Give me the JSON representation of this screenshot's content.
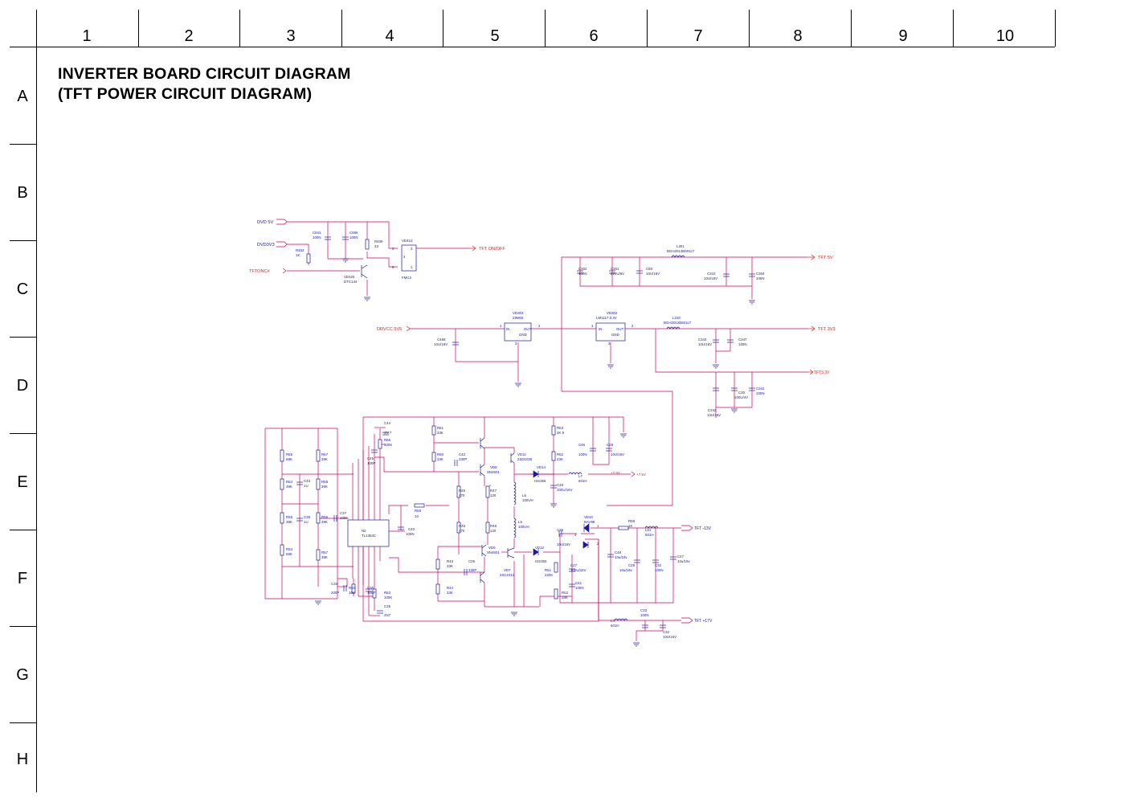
{
  "title": {
    "line1": "INVERTER BOARD CIRCUIT DIAGRAM",
    "line2": "(TFT POWER CIRCUIT DIAGRAM)"
  },
  "grid": {
    "columns": [
      "1",
      "2",
      "3",
      "4",
      "5",
      "6",
      "7",
      "8",
      "9",
      "10"
    ],
    "rows": [
      "A",
      "B",
      "C",
      "D",
      "E",
      "F",
      "G",
      "H"
    ]
  },
  "colors": {
    "wire": "#cc0066",
    "component": "#1a1a9a",
    "net_label": "#e02020",
    "frame": "#000000"
  },
  "nets": {
    "dvd5v": "DVD 5V",
    "dvd3v3": "DVD3V3",
    "tftonc": "TFTONC#",
    "tft_onoff": "TFT ON/OFF",
    "drvcc5v5": "DRVCC 5V5",
    "tft5v": "TFT 5V",
    "tft3v3": "TFT 3V3",
    "tft3v3b": "TFT3.3V",
    "plus75": "+7.5V",
    "plus75b": "+7.5V",
    "tftm13": "TFT -13V",
    "tftp17": "TFT +17V"
  },
  "labels": [
    [
      "C841",
      "389",
      "291"
    ],
    [
      "100N",
      "389",
      "297"
    ],
    [
      "C556",
      "435",
      "291"
    ],
    [
      "100N",
      "435",
      "297"
    ],
    [
      "R409",
      "466",
      "302"
    ],
    [
      "33",
      "466",
      "308"
    ],
    [
      "VD410",
      "500",
      "301"
    ],
    [
      "2",
      "488",
      "311"
    ],
    [
      "3",
      "511",
      "311"
    ],
    [
      "4",
      "502",
      "321"
    ],
    [
      "6",
      "488",
      "334"
    ],
    [
      "1",
      "511",
      "334"
    ],
    [
      "FMC3",
      "500",
      "347"
    ],
    [
      "R453",
      "368",
      "313"
    ],
    [
      "1K",
      "368",
      "319"
    ],
    [
      "VD425",
      "428",
      "346"
    ],
    [
      "DTC144",
      "428",
      "352"
    ],
    [
      "L301",
      "842",
      "308"
    ],
    [
      "BGH2012B601LT",
      "830",
      "314"
    ],
    [
      "C302",
      "720",
      "336"
    ],
    [
      "100N",
      "720",
      "342"
    ],
    [
      "C301",
      "760",
      "336"
    ],
    [
      "220U/6V",
      "760",
      "342"
    ],
    [
      "C50",
      "804",
      "336"
    ],
    [
      "10U/16V",
      "804",
      "342"
    ],
    [
      "C310",
      "880",
      "342"
    ],
    [
      "10U/16V",
      "876",
      "348"
    ],
    [
      "C304",
      "941",
      "342"
    ],
    [
      "100N",
      "941",
      "348"
    ],
    [
      "VD303",
      "638",
      "391"
    ],
    [
      "29M05",
      "638",
      "397"
    ],
    [
      "1",
      "622",
      "407"
    ],
    [
      "2",
      "670",
      "407"
    ],
    [
      "IN",
      "630",
      "411"
    ],
    [
      "OUT",
      "652",
      "411"
    ],
    [
      "GND",
      "646",
      "418"
    ],
    [
      "3",
      "641",
      "429"
    ],
    [
      "C469",
      "544",
      "424"
    ],
    [
      "10U/16V",
      "540",
      "430"
    ],
    [
      "VD302",
      "755",
      "391"
    ],
    [
      "LM1117-3.3V",
      "742",
      "397"
    ],
    [
      "1",
      "736",
      "407"
    ],
    [
      "2",
      "786",
      "407"
    ],
    [
      "IN",
      "745",
      "411"
    ],
    [
      "OUT",
      "767",
      "411"
    ],
    [
      "GND",
      "761",
      "418"
    ],
    [
      "3",
      "757",
      "429"
    ],
    [
      "L310",
      "837",
      "397"
    ],
    [
      "BGH2012B601LT",
      "826",
      "403"
    ],
    [
      "C343",
      "869",
      "424"
    ],
    [
      "10U/16V",
      "869",
      "430"
    ],
    [
      "C347",
      "919",
      "424"
    ],
    [
      "100N",
      "919",
      "430"
    ],
    [
      "C30",
      "919",
      "490"
    ],
    [
      "100U/4V",
      "914",
      "496"
    ],
    [
      "C341",
      "941",
      "485"
    ],
    [
      "100N",
      "941",
      "491"
    ],
    [
      "C342",
      "881",
      "512"
    ],
    [
      "10U/16V",
      "880",
      "518"
    ],
    [
      "C44",
      "478",
      "528"
    ],
    [
      "4N 7",
      "478",
      "540"
    ],
    [
      "R66",
      "478",
      "549"
    ],
    [
      "100K",
      "478",
      "555"
    ],
    [
      "C45",
      "457",
      "572"
    ],
    [
      "100P",
      "457",
      "578"
    ],
    [
      "R61",
      "544",
      "534"
    ],
    [
      "33K",
      "544",
      "540"
    ],
    [
      "R60",
      "544",
      "567"
    ],
    [
      "33K",
      "544",
      "573"
    ],
    [
      "C42",
      "571",
      "567"
    ],
    [
      "330P",
      "571",
      "573"
    ],
    [
      "R63",
      "693",
      "534"
    ],
    [
      "3K 9",
      "693",
      "540"
    ],
    [
      "VD11",
      "644",
      "567"
    ],
    [
      "2SD1035",
      "644",
      "573"
    ],
    [
      "VD8",
      "610",
      "583"
    ],
    [
      "XN4601",
      "606",
      "589"
    ],
    [
      "VD14",
      "668",
      "583"
    ],
    [
      "ISS355",
      "665",
      "600"
    ],
    [
      "C46",
      "720",
      "555"
    ],
    [
      "100N",
      "720",
      "567"
    ],
    [
      "C28",
      "755",
      "555"
    ],
    [
      "10U/16V",
      "760",
      "567"
    ],
    [
      "R62",
      "693",
      "567"
    ],
    [
      "23K",
      "693",
      "573"
    ],
    [
      "L7",
      "720",
      "594"
    ],
    [
      "601H",
      "720",
      "600"
    ],
    [
      "C49",
      "693",
      "605"
    ],
    [
      "100U/16V",
      "693",
      "611"
    ],
    [
      "R65",
      "356",
      "567"
    ],
    [
      "68K",
      "356",
      "573"
    ],
    [
      "R67",
      "400",
      "567"
    ],
    [
      "39K",
      "400",
      "573"
    ],
    [
      "R64",
      "356",
      "601"
    ],
    [
      "39K",
      "356",
      "607"
    ],
    [
      "C43",
      "378",
      "600"
    ],
    [
      "1U",
      "378",
      "606"
    ],
    [
      "R68",
      "400",
      "601"
    ],
    [
      "39K",
      "400",
      "607"
    ],
    [
      "R46",
      "571",
      "612"
    ],
    [
      "470",
      "571",
      "618"
    ],
    [
      "R47",
      "610",
      "612"
    ],
    [
      "120",
      "610",
      "618"
    ],
    [
      "L6",
      "650",
      "618"
    ],
    [
      "100UH",
      "650",
      "624"
    ],
    [
      "R59",
      "516",
      "637"
    ],
    [
      "10",
      "516",
      "644"
    ],
    [
      "R55",
      "356",
      "645"
    ],
    [
      "39K",
      "356",
      "651"
    ],
    [
      "C39",
      "378",
      "645"
    ],
    [
      "1U",
      "378",
      "651"
    ],
    [
      "R56",
      "400",
      "645"
    ],
    [
      "39K",
      "400",
      "651"
    ],
    [
      "C37",
      "423",
      "640"
    ],
    [
      "100N",
      "423",
      "646"
    ],
    [
      "N2",
      "450",
      "662"
    ],
    [
      "TL1453C",
      "450",
      "668"
    ],
    [
      "C40",
      "508",
      "660"
    ],
    [
      "100N",
      "505",
      "666"
    ],
    [
      "R45",
      "571",
      "656"
    ],
    [
      "470",
      "571",
      "662"
    ],
    [
      "R46",
      "610",
      "656"
    ],
    [
      "120",
      "610",
      "662"
    ],
    [
      "L5",
      "645",
      "651"
    ],
    [
      "100UH",
      "645",
      "657"
    ],
    [
      "C36",
      "693",
      "661"
    ],
    [
      "10U/16V",
      "693",
      "679"
    ],
    [
      "VD10",
      "727",
      "645"
    ],
    [
      "BAV99",
      "727",
      "651"
    ],
    [
      "R58",
      "782",
      "650"
    ],
    [
      "1K",
      "782",
      "656"
    ],
    [
      "L01",
      "803",
      "661"
    ],
    [
      "601H",
      "803",
      "667"
    ],
    [
      "1",
      "743",
      "656"
    ],
    [
      "3",
      "715",
      "667"
    ],
    [
      "2",
      "743",
      "678"
    ],
    [
      "R54",
      "356",
      "685"
    ],
    [
      "68K",
      "356",
      "691"
    ],
    [
      "R57",
      "400",
      "689"
    ],
    [
      "39K",
      "400",
      "695"
    ],
    [
      "VD9",
      "608",
      "683"
    ],
    [
      "XN4601",
      "606",
      "689"
    ],
    [
      "VD12",
      "666",
      "683"
    ],
    [
      "ISS355",
      "666",
      "700"
    ],
    [
      "C48",
      "765",
      "689"
    ],
    [
      "10u/16v",
      "765",
      "695"
    ],
    [
      "C29",
      "782",
      "705"
    ],
    [
      "10u/16v",
      "771",
      "711"
    ],
    [
      "C32",
      "815",
      "705"
    ],
    [
      "100N",
      "815",
      "711"
    ],
    [
      "C47",
      "843",
      "694"
    ],
    [
      "10u/16v",
      "843",
      "700"
    ],
    [
      "R43",
      "556",
      "700"
    ],
    [
      "33K",
      "556",
      "706"
    ],
    [
      "C26",
      "583",
      "700"
    ],
    [
      "330P",
      "583",
      "711"
    ],
    [
      "VD7",
      "627",
      "711"
    ],
    [
      "2SC2412",
      "622",
      "717"
    ],
    [
      "R51",
      "678",
      "711"
    ],
    [
      "220K",
      "678",
      "717"
    ],
    [
      "C27",
      "710",
      "705"
    ],
    [
      "100U/16V",
      "710",
      "711"
    ],
    [
      "C41",
      "716",
      "727"
    ],
    [
      "100N",
      "716",
      "733"
    ],
    [
      "R44",
      "556",
      "733"
    ],
    [
      "33K",
      "556",
      "739"
    ],
    [
      "C34",
      "412",
      "728"
    ],
    [
      "200P",
      "412",
      "739"
    ],
    [
      "R50",
      "434",
      "733"
    ],
    [
      "10K",
      "434",
      "739"
    ],
    [
      "C36",
      "457",
      "733"
    ],
    [
      "100P",
      "457",
      "739"
    ],
    [
      "R53",
      "478",
      "739"
    ],
    [
      "100K",
      "478",
      "745"
    ],
    [
      "C35",
      "478",
      "756"
    ],
    [
      "4N7",
      "478",
      "767"
    ],
    [
      "R52",
      "699",
      "739"
    ],
    [
      "18K",
      "699",
      "745"
    ],
    [
      "C33",
      "797",
      "761"
    ],
    [
      "100N",
      "797",
      "767"
    ],
    [
      "L4",
      "760",
      "774"
    ],
    [
      "601H",
      "760",
      "780"
    ],
    [
      "C32",
      "825",
      "788"
    ],
    [
      "10U/16V",
      "825",
      "794"
    ]
  ]
}
